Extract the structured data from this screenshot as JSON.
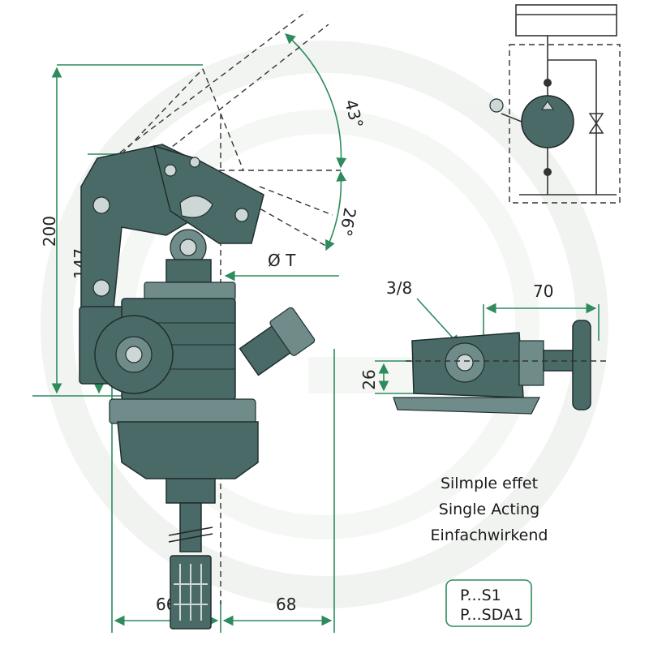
{
  "dimensions": {
    "height_200": "200",
    "height_147": "147",
    "angle_43": "43°",
    "angle_26": "26°",
    "diameter_t": "Ø T",
    "port_3_8": "3/8",
    "width_70": "70",
    "height_26": "26",
    "width_66": "66",
    "width_68": "68"
  },
  "caption": {
    "line1": "Silmple effet",
    "line2": "Single Acting",
    "line3": "Einfachwirkend"
  },
  "models": {
    "model1": "P...S1",
    "model2": "P...SDA1"
  },
  "colors": {
    "dimension_line": "#2e8b5e",
    "pump_body": "#4a6a68",
    "watermark": "#e8ece8"
  }
}
